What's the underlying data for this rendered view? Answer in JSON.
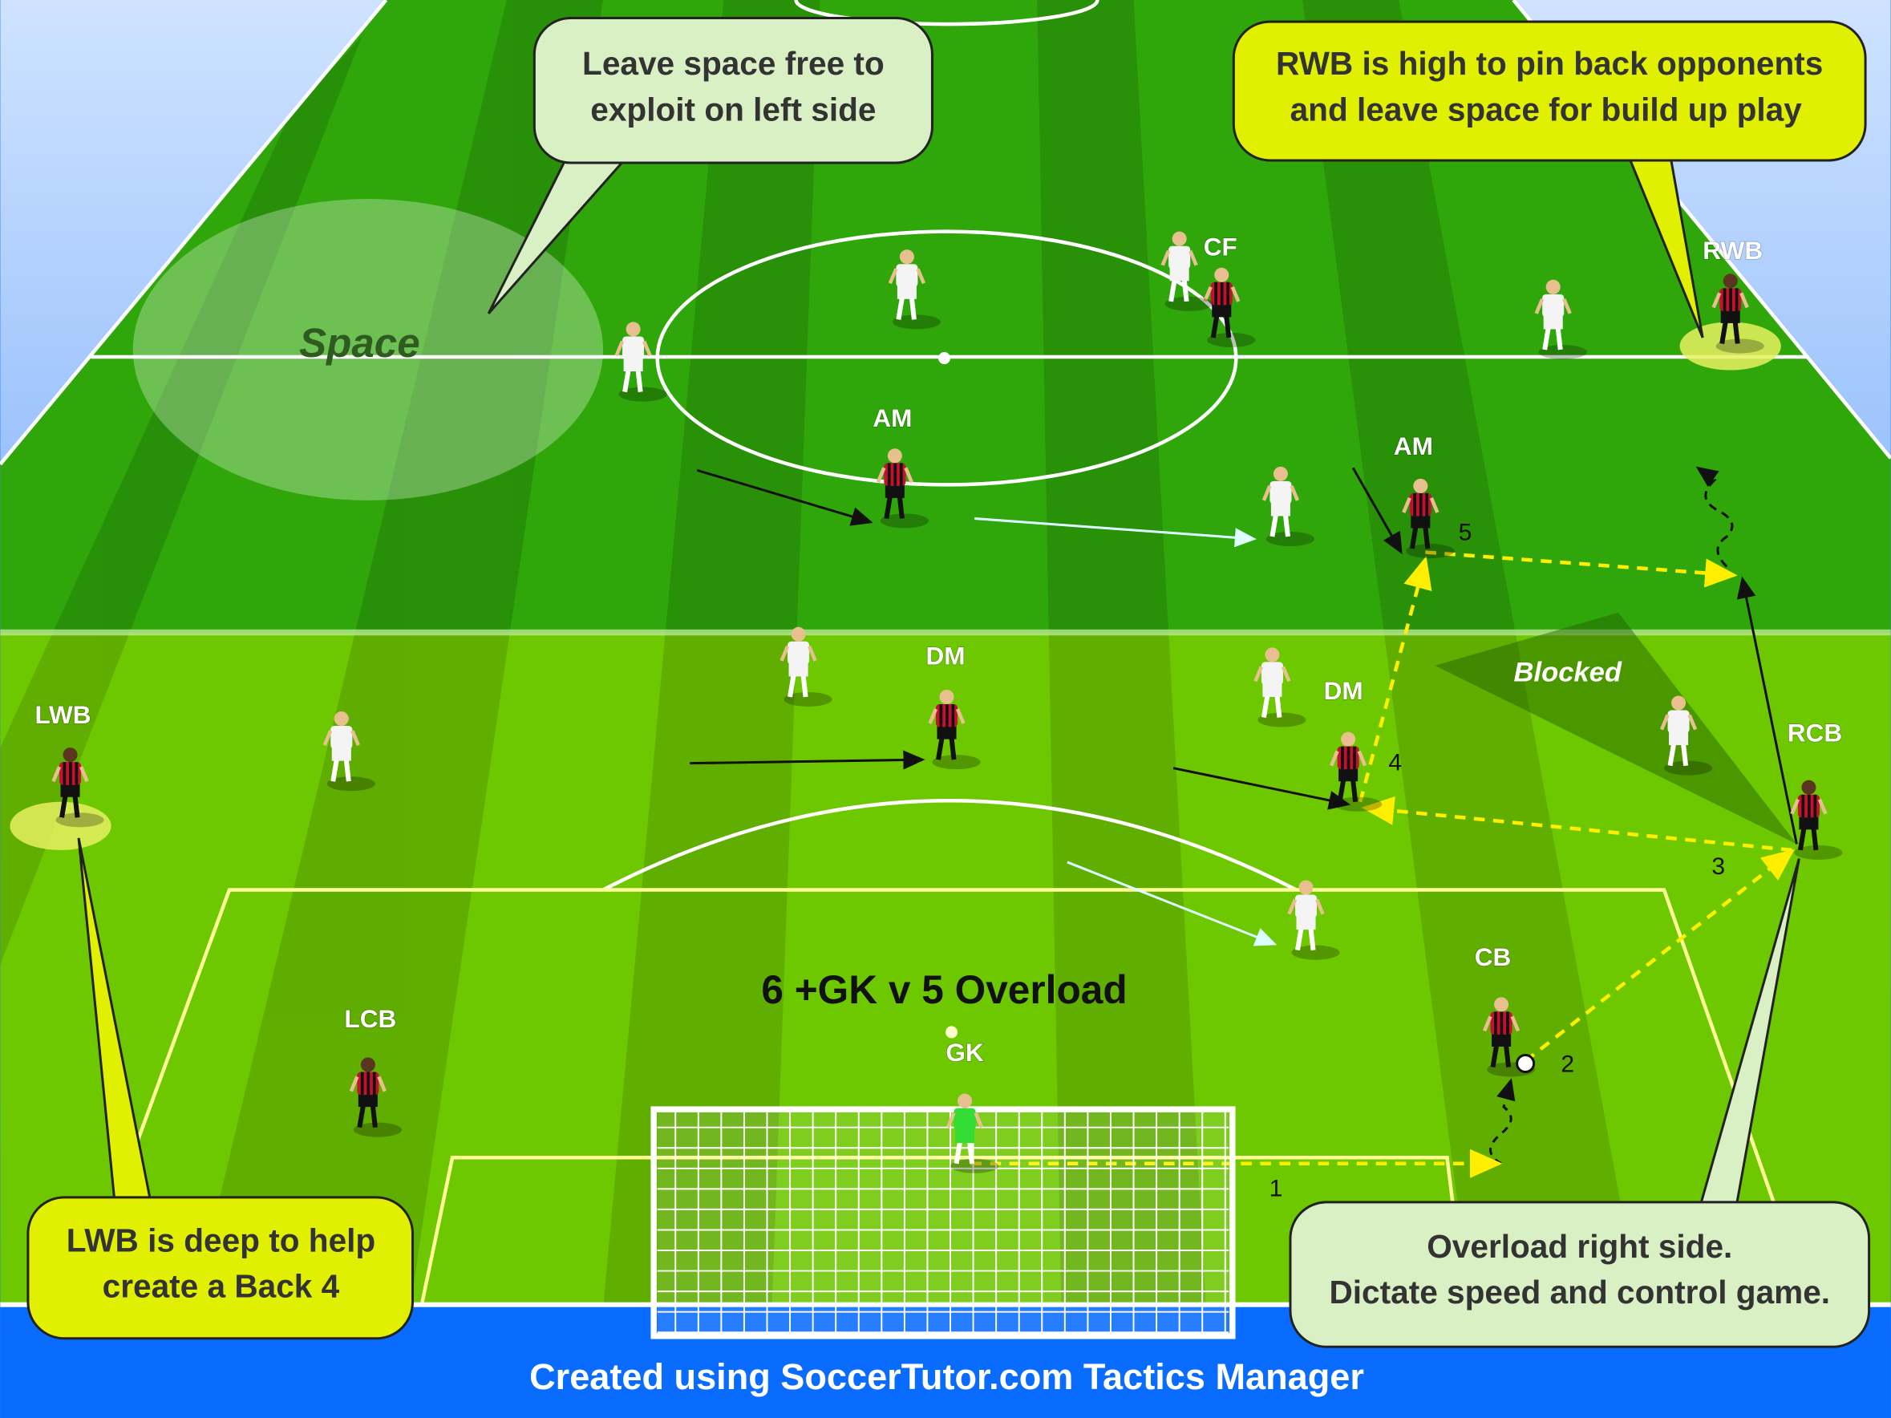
{
  "diagram": {
    "title": "6 +GK v 5  Overload",
    "space_label": "Space",
    "blocked_label": "Blocked",
    "footer": "Created using SoccerTutor.com Tactics Manager",
    "colors": {
      "pitch_dark": "#2fa70a",
      "pitch_light": "#6ec800",
      "footer": "#0a6cff",
      "pass": "#ffee00",
      "callout_yellow": "#e0f000",
      "callout_green": "#d9efc4"
    },
    "player_labels": [
      "AM",
      "CF",
      "RWB",
      "AM",
      "DM",
      "DM",
      "LWB",
      "RCB",
      "CB",
      "LCB",
      "GK"
    ],
    "pass_numbers": [
      "1",
      "2",
      "3",
      "4",
      "5"
    ],
    "callouts": [
      {
        "lines": [
          "Leave space free to",
          "exploit on left side"
        ]
      },
      {
        "lines": [
          "RWB is high to pin back opponents",
          "and leave space for build up play"
        ]
      },
      {
        "lines": [
          "LWB is deep to help",
          "create a Back 4"
        ]
      },
      {
        "lines": [
          "Overload right side.",
          "Dictate speed and control game."
        ]
      }
    ]
  }
}
